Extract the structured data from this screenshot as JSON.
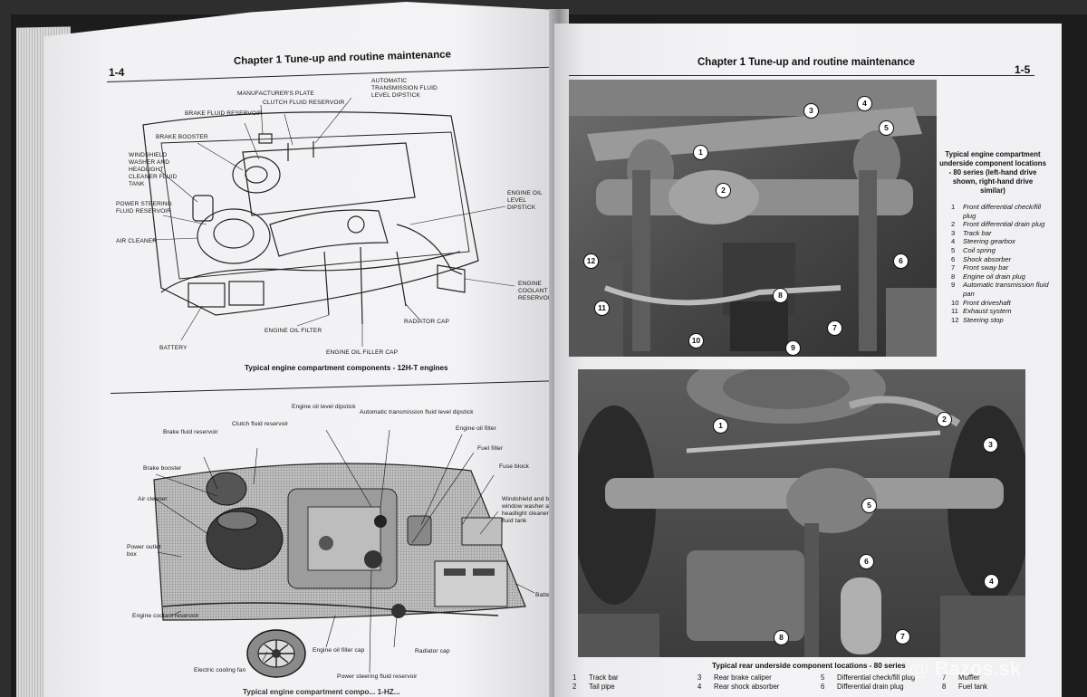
{
  "left_page": {
    "chapter_title": "Chapter 1   Tune-up and routine maintenance",
    "page_number": "1-4",
    "figure1": {
      "caption": "Typical engine compartment components - 12H-T engines",
      "labels": {
        "manufacturers_plate": "MANUFACTURER'S PLATE",
        "atf_dipstick": "AUTOMATIC TRANSMISSION FLUID LEVEL DIPSTICK",
        "clutch_reservoir": "CLUTCH FLUID RESERVOIR",
        "brake_reservoir": "BRAKE FLUID RESERVOIR",
        "brake_booster": "BRAKE BOOSTER",
        "washer_tank": "WINDSHIELD WASHER AND HEADLIGHT CLEANER FLUID TANK",
        "ps_reservoir": "POWER STEERING FLUID RESERVOIR",
        "air_cleaner": "AIR CLEANER",
        "oil_dipstick": "ENGINE OIL LEVEL DIPSTICK",
        "coolant_reservoir": "ENGINE COOLANT RESERVOIR",
        "radiator_cap": "RADIATOR CAP",
        "battery": "BATTERY",
        "oil_filter": "ENGINE OIL FILTER",
        "oil_filler_cap": "ENGINE OIL FILLER CAP"
      }
    },
    "figure2": {
      "caption": "Typical engine compartment compo... 1-HZ...",
      "labels": {
        "oil_dipstick": "Engine oil level dipstick",
        "atf_dipstick": "Automatic transmission fluid level dipstick",
        "clutch_reservoir": "Clutch fluid reservoir",
        "brake_reservoir": "Brake fluid reservoir",
        "oil_filter": "Engine oil filter",
        "fuel_filter": "Fuel filter",
        "brake_booster": "Brake booster",
        "fuse_block": "Fuse block",
        "air_cleaner": "Air cleaner",
        "washer_tank": "Windshield and back window washer and headlight cleaner fluid tank",
        "power_outlet": "Power outlet box",
        "battery": "Battery",
        "coolant_reservoir": "Engine coolant reservoir",
        "oil_filler_cap": "Engine oil filler cap",
        "radiator_cap": "Radiator cap",
        "cooling_fan": "Electric cooling fan",
        "ps_reservoir": "Power steering fluid reservoir"
      }
    }
  },
  "right_page": {
    "chapter_title": "Chapter 1   Tune-up and routine maintenance",
    "page_number": "1-5",
    "photo1": {
      "sidebar_title": "Typical engine compartment underside component locations - 80 series (left-hand drive shown, right-hand drive similar)",
      "legend": [
        {
          "n": "1",
          "text": "Front differential check/fill plug"
        },
        {
          "n": "2",
          "text": "Front differential drain plug"
        },
        {
          "n": "3",
          "text": "Track bar"
        },
        {
          "n": "4",
          "text": "Steering gearbox"
        },
        {
          "n": "5",
          "text": "Coil spring"
        },
        {
          "n": "6",
          "text": "Shock absorber"
        },
        {
          "n": "7",
          "text": "Front sway bar"
        },
        {
          "n": "8",
          "text": "Engine oil drain plug"
        },
        {
          "n": "9",
          "text": "Automatic transmission fluid pan"
        },
        {
          "n": "10",
          "text": "Front driveshaft"
        },
        {
          "n": "11",
          "text": "Exhaust system"
        },
        {
          "n": "12",
          "text": "Steering stop"
        }
      ],
      "callouts": [
        "1",
        "2",
        "3",
        "4",
        "5",
        "6",
        "7",
        "8",
        "9",
        "10",
        "11",
        "12"
      ]
    },
    "photo2": {
      "caption": "Typical rear underside component locations - 80 series",
      "callouts": [
        "1",
        "2",
        "3",
        "4",
        "5",
        "6",
        "7",
        "8"
      ],
      "legend": [
        {
          "n": "1",
          "text": "Track bar"
        },
        {
          "n": "2",
          "text": "Tail pipe"
        },
        {
          "n": "3",
          "text": "Rear brake caliper"
        },
        {
          "n": "4",
          "text": "Rear shock absorber"
        },
        {
          "n": "5",
          "text": "Differential check/fill plug"
        },
        {
          "n": "6",
          "text": "Differential drain plug"
        },
        {
          "n": "7",
          "text": "Muffler"
        },
        {
          "n": "8",
          "text": "Fuel tank"
        }
      ]
    }
  },
  "watermark": {
    "text": "@ Bazos.sk"
  }
}
